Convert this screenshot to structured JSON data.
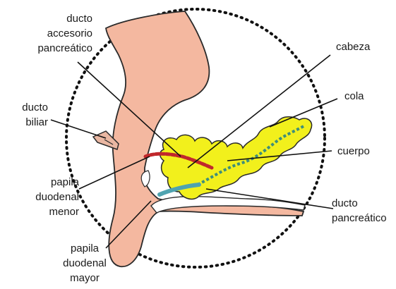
{
  "labels": {
    "ducto_accesorio": [
      "ducto",
      "accesorio",
      "pancreático"
    ],
    "ducto_biliar": [
      "ducto",
      "biliar"
    ],
    "papila_menor": [
      "papila",
      "duodenal",
      "menor"
    ],
    "papila_mayor": [
      "papila",
      "duodenal",
      "mayor"
    ],
    "cabeza": [
      "cabeza"
    ],
    "cola": [
      "cola"
    ],
    "cuerpo": [
      "cuerpo"
    ],
    "ducto_pancreatico": [
      "ducto",
      "pancreático"
    ]
  },
  "colors": {
    "duodenum": "#F4B8A0",
    "duodenum_outline": "#2a2a2a",
    "pancreas": "#F2F01C",
    "accessory_duct": "#C0282C",
    "main_duct_head": "#4FA3B0",
    "main_duct_body": "#3E8E7A",
    "bile_duct": "#E9B7A2",
    "circle": "#111111"
  }
}
